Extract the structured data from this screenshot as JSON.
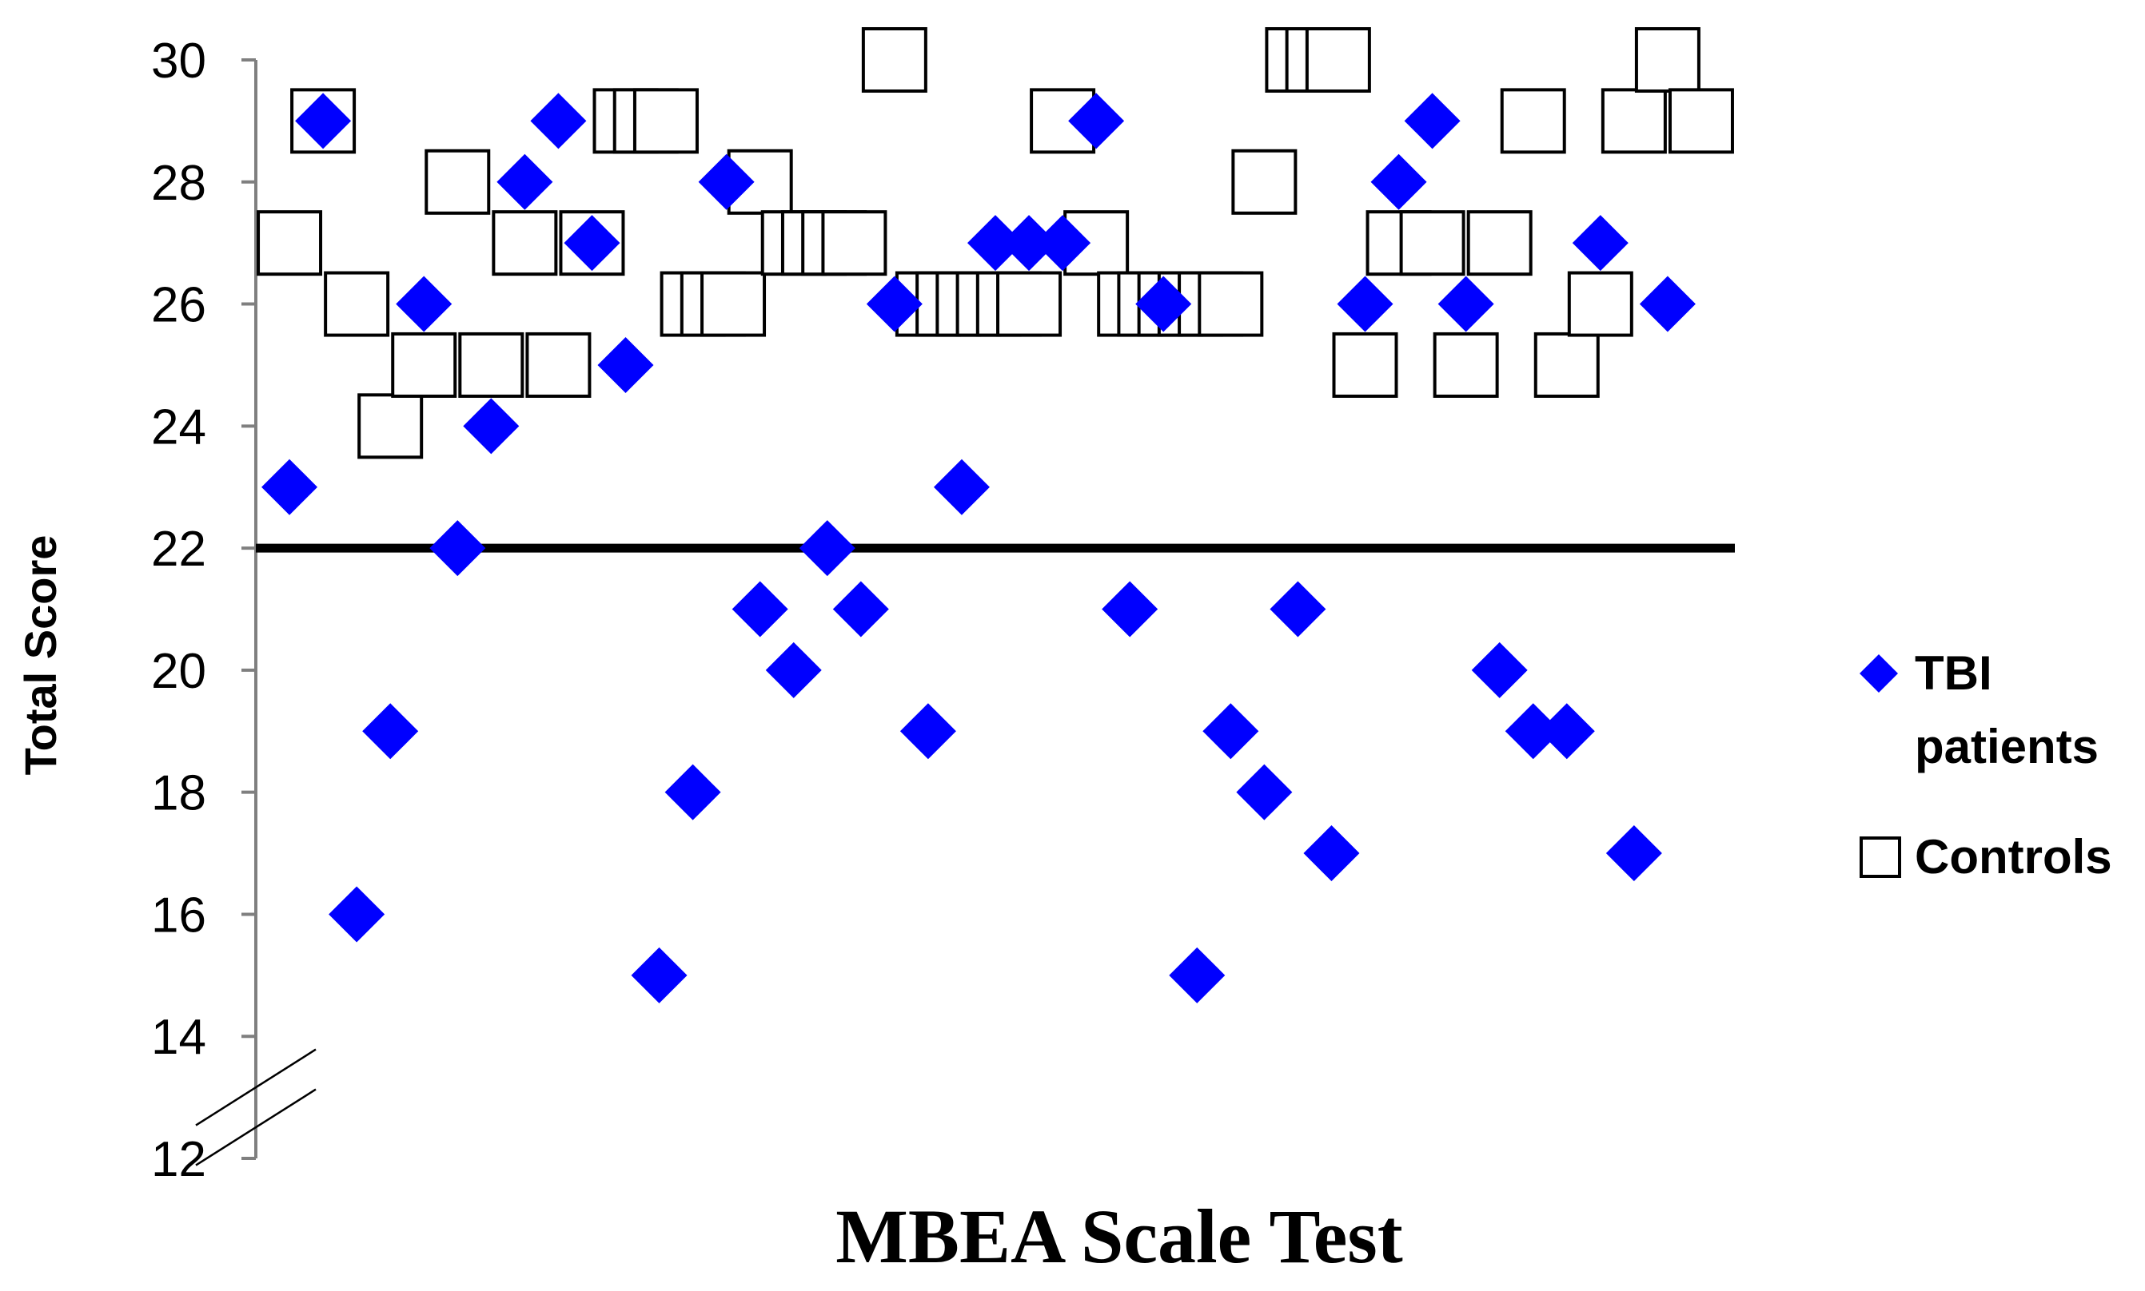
{
  "chart_data": {
    "type": "scatter",
    "title": "",
    "xlabel": "MBEA Scale Test",
    "ylabel": "Total Score",
    "ylim": [
      12,
      30
    ],
    "y_ticks": [
      "12",
      "14",
      "16",
      "18",
      "20",
      "22",
      "24",
      "26",
      "28",
      "30"
    ],
    "xlim": [
      0,
      44
    ],
    "grid": false,
    "axis_break": true,
    "legend_position": "right",
    "reference_line": {
      "y": 22,
      "color": "#000000"
    },
    "series": [
      {
        "name": "TBI patients",
        "marker": "diamond",
        "color": "#0000ff",
        "points": [
          [
            1,
            23
          ],
          [
            2,
            29
          ],
          [
            3,
            16
          ],
          [
            4,
            19
          ],
          [
            5,
            26
          ],
          [
            6,
            22
          ],
          [
            7,
            24
          ],
          [
            8,
            28
          ],
          [
            9,
            29
          ],
          [
            10,
            27
          ],
          [
            11,
            25
          ],
          [
            12,
            15
          ],
          [
            13,
            18
          ],
          [
            14,
            28
          ],
          [
            15,
            21
          ],
          [
            16,
            20
          ],
          [
            17,
            22
          ],
          [
            18,
            21
          ],
          [
            19,
            26
          ],
          [
            20,
            19
          ],
          [
            21,
            23
          ],
          [
            22,
            27
          ],
          [
            23,
            27
          ],
          [
            24,
            27
          ],
          [
            25,
            29
          ],
          [
            26,
            21
          ],
          [
            27,
            26
          ],
          [
            28,
            15
          ],
          [
            29,
            19
          ],
          [
            30,
            18
          ],
          [
            31,
            21
          ],
          [
            32,
            17
          ],
          [
            33,
            26
          ],
          [
            34,
            28
          ],
          [
            35,
            29
          ],
          [
            36,
            26
          ],
          [
            37,
            20
          ],
          [
            38,
            19
          ],
          [
            39,
            19
          ],
          [
            40,
            27
          ],
          [
            41,
            17
          ],
          [
            42,
            26
          ]
        ]
      },
      {
        "name": "Controls",
        "marker": "square-open",
        "color": "#000000",
        "points": [
          [
            1,
            27
          ],
          [
            2,
            29
          ],
          [
            3,
            26
          ],
          [
            4,
            24
          ],
          [
            5,
            25
          ],
          [
            6,
            28
          ],
          [
            7,
            25
          ],
          [
            8,
            27
          ],
          [
            9,
            25
          ],
          [
            10,
            27
          ],
          [
            11,
            29
          ],
          [
            11.6,
            29
          ],
          [
            12.2,
            29
          ],
          [
            13,
            26
          ],
          [
            13.6,
            26
          ],
          [
            14.2,
            26
          ],
          [
            15,
            28
          ],
          [
            16,
            27
          ],
          [
            16.6,
            27
          ],
          [
            17.2,
            27
          ],
          [
            17.8,
            27
          ],
          [
            19,
            30
          ],
          [
            20,
            26
          ],
          [
            20.6,
            26
          ],
          [
            21.2,
            26
          ],
          [
            21.8,
            26
          ],
          [
            22.4,
            26
          ],
          [
            23,
            26
          ],
          [
            24,
            29
          ],
          [
            25,
            27
          ],
          [
            26,
            26
          ],
          [
            26.6,
            26
          ],
          [
            27.2,
            26
          ],
          [
            27.8,
            26
          ],
          [
            28.4,
            26
          ],
          [
            29,
            26
          ],
          [
            30,
            28
          ],
          [
            31,
            30
          ],
          [
            31.6,
            30
          ],
          [
            32.2,
            30
          ],
          [
            33,
            25
          ],
          [
            34,
            27
          ],
          [
            35,
            27
          ],
          [
            36,
            25
          ],
          [
            37,
            27
          ],
          [
            38,
            29
          ],
          [
            39,
            25
          ],
          [
            40,
            26
          ],
          [
            41,
            29
          ],
          [
            42,
            30
          ],
          [
            43,
            29
          ]
        ]
      }
    ]
  }
}
